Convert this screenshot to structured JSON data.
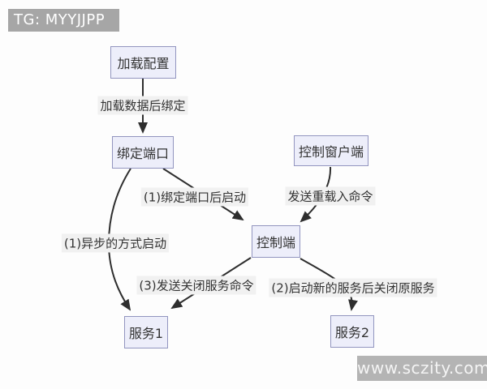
{
  "badge": {
    "text": "TG: MYYJJPP"
  },
  "watermark": {
    "text": "www.sczity.com"
  },
  "colors": {
    "node_fill": "#edeefa",
    "node_border": "#9295bf",
    "arrow": "#2e2e2e",
    "edge_label_bg": "#f1f1f1",
    "badge_bg": "#a6a6a6",
    "watermark_bg": "#b4b4b4",
    "background": "#fdfdfd"
  },
  "diagram": {
    "type": "flowchart",
    "nodes": [
      {
        "id": "load-config",
        "label": "加载配置"
      },
      {
        "id": "bind-port",
        "label": "绑定端口"
      },
      {
        "id": "control-window-client",
        "label": "控制窗户端"
      },
      {
        "id": "control-end",
        "label": "控制端"
      },
      {
        "id": "service-1",
        "label": "服务1"
      },
      {
        "id": "service-2",
        "label": "服务2"
      }
    ],
    "edge_labels": [
      {
        "text": "加载数据后绑定"
      },
      {
        "text": "(1)绑定端口后启动"
      },
      {
        "text": "发送重载入命令"
      },
      {
        "text": "(1)异步的方式启动"
      },
      {
        "text": "(3)发送关闭服务命令"
      },
      {
        "text": "(2)启动新的服务后关闭原服务"
      }
    ],
    "edges": [
      {
        "from": "load-config",
        "to": "bind-port",
        "label": "加载数据后绑定"
      },
      {
        "from": "bind-port",
        "to": "control-end",
        "label": "(1)绑定端口后启动"
      },
      {
        "from": "control-window-client",
        "to": "control-end",
        "label": "发送重载入命令"
      },
      {
        "from": "bind-port",
        "to": "service-1",
        "label": "(1)异步的方式启动"
      },
      {
        "from": "control-end",
        "to": "service-1",
        "label": "(3)发送关闭服务命令"
      },
      {
        "from": "control-end",
        "to": "service-2",
        "label": "(2)启动新的服务后关闭原服务"
      }
    ]
  }
}
